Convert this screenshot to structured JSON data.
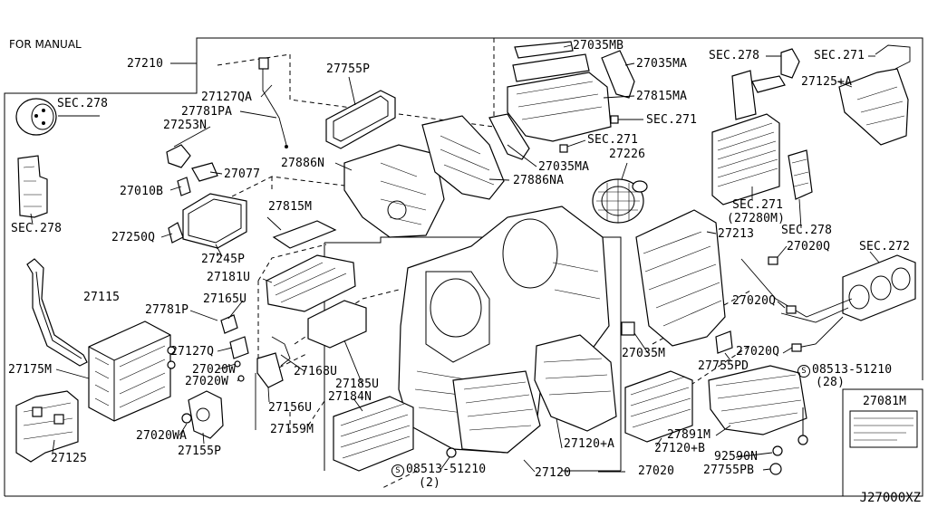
{
  "header": {
    "title": "FOR MANUAL"
  },
  "footer": {
    "code": "J27000XZ"
  },
  "labels": {
    "l27210": "27210",
    "l27127QA": "27127QA",
    "l27781PA": "27781PA",
    "l27253N": "27253N",
    "l27077": "27077",
    "l27010B": "27010B",
    "l27250Q": "27250Q",
    "l27245P": "27245P",
    "l27755P": "27755P",
    "l27886N": "27886N",
    "l27886NA": "27886NA",
    "l27035MB": "27035MB",
    "l27035MA_1": "27035MA",
    "l27815MA": "27815MA",
    "l27035MA_2": "27035MA",
    "l27226": "27226",
    "lSEC271_a": "SEC.271",
    "lSEC271_b": "SEC.271",
    "lSEC278_top": "SEC.278",
    "lSEC271_top": "SEC.271",
    "l27125A": "27125+A",
    "lSEC271_mid": "SEC.271",
    "l27280M": "(27280M)",
    "lSEC278_mid": "SEC.278",
    "l27213": "27213",
    "l27020Q_1": "27020Q",
    "lSEC272": "SEC.272",
    "l27020Q_2": "27020Q",
    "l27020Q_3": "27020Q",
    "l27755PD": "27755PD",
    "l27035M": "27035M",
    "lSEC278_left": "SEC.278",
    "lSEC278_left2": "SEC.278",
    "l27815M": "27815M",
    "l27181U": "27181U",
    "l27165U": "27165U",
    "l27115": "27115",
    "l27781P": "27781P",
    "l27127Q": "27127Q",
    "l27020W_1": "27020W",
    "l27020W_2": "27020W",
    "l27168U": "27168U",
    "l27185U": "27185U",
    "l27184N": "27184N",
    "l27156U": "27156U",
    "l27175M": "27175M",
    "l27159M": "27159M",
    "l27020WA": "27020WA",
    "l27155P": "27155P",
    "l27125": "27125",
    "l08513_bottom": "08513-51210",
    "l_2": "(2)",
    "l27120": "27120",
    "l27020": "27020",
    "l27120A": "27120+A",
    "l27891M": "27891M",
    "l27120B": "27120+B",
    "l92590N": "92590N",
    "l27755PB": "27755PB",
    "l08513_right": "08513-51210",
    "l_28": "(28)",
    "l27081M": "27081M",
    "s_mark": "S"
  }
}
